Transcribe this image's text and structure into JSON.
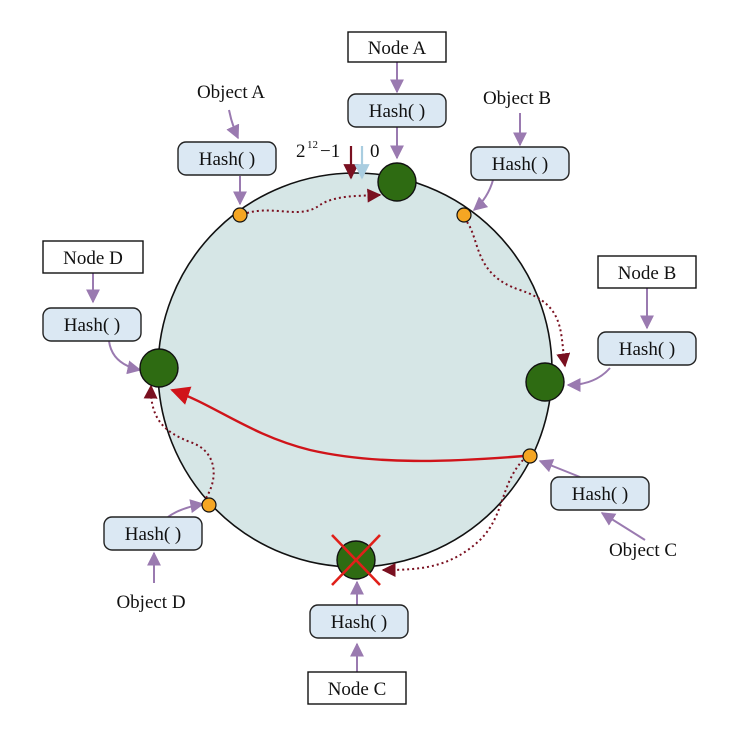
{
  "ring": {
    "fill": "#d6e6e6",
    "stroke": "#111111",
    "top_left_label": "2",
    "top_left_exponent": "12",
    "top_left_suffix": "−1",
    "top_right_label": "0"
  },
  "nodes": {
    "a": {
      "label": "Node A",
      "hash": "Hash( )"
    },
    "b": {
      "label": "Node B",
      "hash": "Hash( )"
    },
    "c": {
      "label": "Node C",
      "hash": "Hash( )",
      "removed": true
    },
    "d": {
      "label": "Node D",
      "hash": "Hash( )"
    }
  },
  "objects": {
    "a": {
      "label": "Object A",
      "hash": "Hash( )"
    },
    "b": {
      "label": "Object B",
      "hash": "Hash( )"
    },
    "c": {
      "label": "Object C",
      "hash": "Hash( )"
    },
    "d": {
      "label": "Object D",
      "hash": "Hash( )"
    }
  },
  "colors": {
    "node_fill": "#2e6b12",
    "object_fill": "#f5a623",
    "hash_fill": "#dbe8f3",
    "arrow_purple": "#9a7ab0",
    "arrow_dark_red": "#7a1020",
    "arrow_red": "#d0141a",
    "arrow_light_blue": "#a9cde0",
    "cross_red": "#e0201a"
  }
}
